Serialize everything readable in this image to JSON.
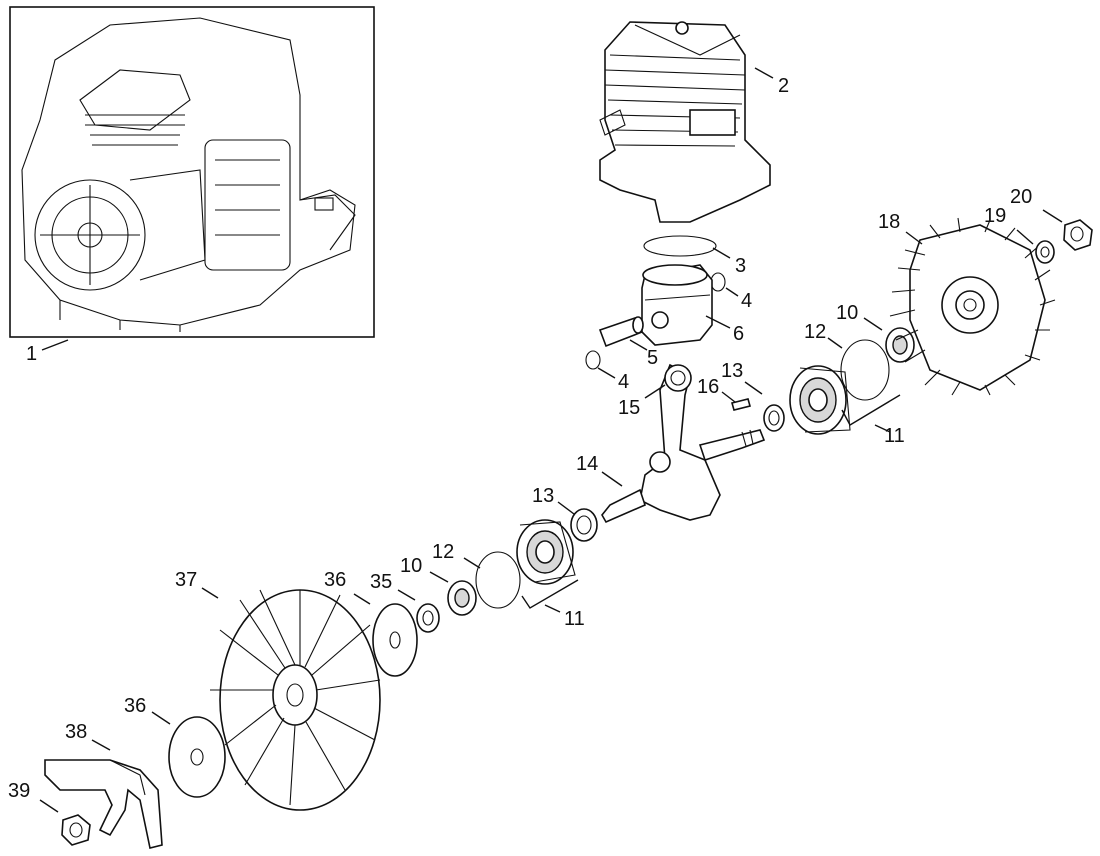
{
  "callouts": {
    "p1": "1",
    "p2": "2",
    "p3": "3",
    "p4a": "4",
    "p4b": "4",
    "p5": "5",
    "p6": "6",
    "p10a": "10",
    "p10b": "10",
    "p11a": "11",
    "p11b": "11",
    "p12a": "12",
    "p12b": "12",
    "p13a": "13",
    "p13b": "13",
    "p14": "14",
    "p15": "15",
    "p16": "16",
    "p18": "18",
    "p19": "19",
    "p20": "20",
    "p35": "35",
    "p36a": "36",
    "p36b": "36",
    "p37": "37",
    "p38": "38",
    "p39": "39"
  }
}
